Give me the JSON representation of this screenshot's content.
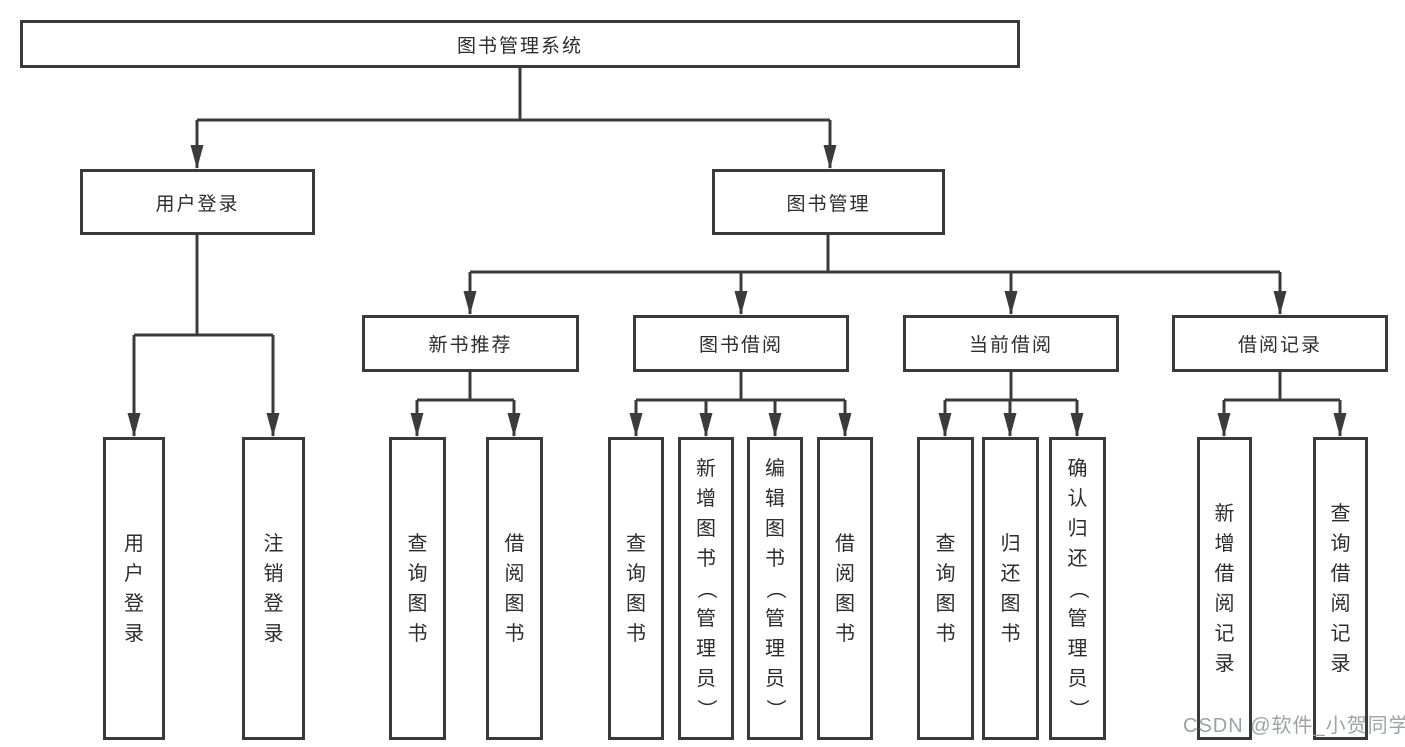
{
  "diagram_type": "hierarchy-tree",
  "tree": {
    "label": "图书管理系统",
    "children": [
      {
        "label": "用户登录",
        "children": [
          {
            "label": "用户登录"
          },
          {
            "label": "注销登录"
          }
        ]
      },
      {
        "label": "图书管理",
        "children": [
          {
            "label": "新书推荐",
            "children": [
              {
                "label": "查询图书"
              },
              {
                "label": "借阅图书"
              }
            ]
          },
          {
            "label": "图书借阅",
            "children": [
              {
                "label": "查询图书"
              },
              {
                "label": "新增图书（管理员）"
              },
              {
                "label": "编辑图书（管理员）"
              },
              {
                "label": "借阅图书"
              }
            ]
          },
          {
            "label": "当前借阅",
            "children": [
              {
                "label": "查询图书"
              },
              {
                "label": "归还图书"
              },
              {
                "label": "确认归还（管理员）"
              }
            ]
          },
          {
            "label": "借阅记录",
            "children": [
              {
                "label": "新增借阅记录"
              },
              {
                "label": "查询借阅记录"
              }
            ]
          }
        ]
      }
    ]
  },
  "watermark": {
    "text": "CSDN @软件_小贺同学"
  },
  "colors": {
    "background": "#ffffff",
    "line": "#3b3b3b",
    "box_border": "#3a3a3a",
    "text": "#2d2d2d",
    "watermark": "#9da2a6"
  }
}
